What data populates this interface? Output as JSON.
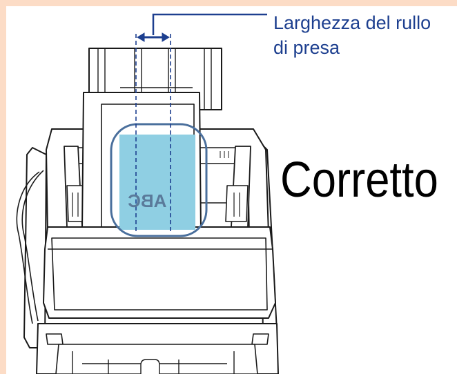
{
  "callout": {
    "line1": "Larghezza del rullo",
    "line2": "di presa"
  },
  "verdict": {
    "label": "Corretto"
  },
  "document": {
    "text": "ABC"
  },
  "colors": {
    "border": "#fcdcc6",
    "accent": "#1d3f8f",
    "document_fill": "#8fcfe3",
    "highlight": "#4a6f9c",
    "line": "#1a1a1a"
  },
  "icons": [
    "scanner-illustration",
    "document-sheet",
    "roller-width-arrow",
    "highlight-frame"
  ]
}
